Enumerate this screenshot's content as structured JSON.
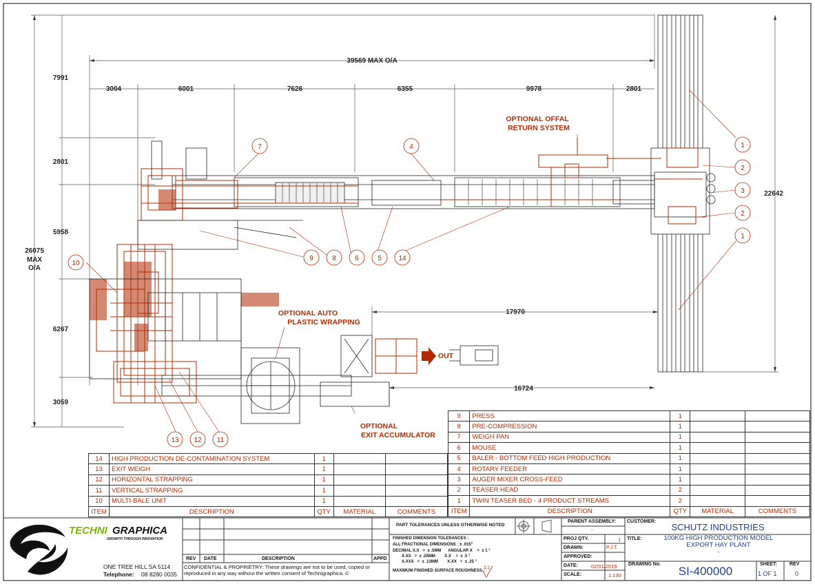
{
  "dimensions": {
    "overall_width": "39569 MAX O/A",
    "top_segments": [
      "3004",
      "6001",
      "7626",
      "6355",
      "9978",
      "2801"
    ],
    "left_segments": [
      "7991",
      "2801",
      "5958",
      "6267",
      "3059"
    ],
    "overall_height_lines": [
      "26075",
      "MAX",
      "O/A"
    ],
    "right_height": "22642",
    "mid_horizontal_1": "17970",
    "mid_horizontal_2": "16724"
  },
  "notes": {
    "offal_line1": "OPTIONAL OFFAL",
    "offal_line2": "RETURN SYSTEM",
    "wrap_line1": "OPTIONAL AUTO",
    "wrap_line2": "PLASTIC WRAPPING",
    "exit_line1": "OPTIONAL",
    "exit_line2": "EXIT ACCUMULATOR",
    "out": "OUT"
  },
  "balloons": {
    "b7": "7",
    "b4": "4",
    "b1a": "1",
    "b2a": "2",
    "b3": "3",
    "b2b": "2",
    "b1b": "1",
    "b9": "9",
    "b8": "8",
    "b6": "6",
    "b5": "5",
    "b14": "14",
    "b10": "10",
    "b13": "13",
    "b12": "12",
    "b11": "11"
  },
  "bom_right": {
    "rows": [
      {
        "item": "9",
        "desc": "PRESS",
        "qty": "1"
      },
      {
        "item": "8",
        "desc": "PRE-COMPRESSION",
        "qty": "1"
      },
      {
        "item": "7",
        "desc": "WEIGH PAN",
        "qty": "1"
      },
      {
        "item": "6",
        "desc": "MOUSE",
        "qty": "1"
      },
      {
        "item": "5",
        "desc": "BALER - BOTTOM FEED HIGH PRODUCTION",
        "qty": "1"
      },
      {
        "item": "4",
        "desc": "ROTARY FEEDER",
        "qty": "1"
      },
      {
        "item": "3",
        "desc": "AUGER MIXER CROSS-FEED",
        "qty": "1"
      },
      {
        "item": "2",
        "desc": "TEASER HEAD",
        "qty": "2"
      },
      {
        "item": "1",
        "desc": "TWIN TEASER BED - 4 PRODUCT STREAMS",
        "qty": "2"
      }
    ],
    "header": {
      "item": "ITEM",
      "desc": "DESCRIPTION",
      "qty": "QTY",
      "material": "MATERIAL",
      "comments": "COMMENTS"
    }
  },
  "bom_left": {
    "rows": [
      {
        "item": "14",
        "desc": "HIGH PRODUCTION DE-CONTAMINATION SYSTEM",
        "qty": "1"
      },
      {
        "item": "13",
        "desc": "EXIT WEIGH",
        "qty": "1"
      },
      {
        "item": "12",
        "desc": "HORIZONTAL STRAPPING",
        "qty": "1"
      },
      {
        "item": "11",
        "desc": "VERTICAL STRAPPING",
        "qty": "1"
      },
      {
        "item": "10",
        "desc": "MULTI-BALE UNIT",
        "qty": "1"
      }
    ],
    "header": {
      "item": "ITEM",
      "desc": "DESCRIPTION",
      "qty": "QTY",
      "material": "MATERIAL",
      "comments": "COMMENTS"
    }
  },
  "title_block": {
    "logo_text_a": "TECHNI",
    "logo_text_b": "GRAPHICA",
    "logo_tagline": "GROWTH THROUGH INNOVATION",
    "address": "ONE TREE HILL   SA  5114",
    "telephone_label": "Telephone:",
    "telephone": "08 8280 0035",
    "rev_header": {
      "rev": "REV",
      "date": "DATE",
      "desc": "DESCRIPTION",
      "appd": "APPD"
    },
    "confidential": "CONFIDENTIAL & PROPRIETRY:  These drawings are not to be used, copied or reproduced in any way without the written consent of Technigraphica. ©",
    "tolerance_title": "PART TOLERANCES UNLESS OTHERWISE NOTED",
    "tol_finished": "FINISHED DIMENSION TOLERANCES :",
    "tol_fraction": "ALL FRACTIONAL DIMENSIONS :   ± .015\"",
    "tol_decimal": "DECIMAL X.X   =  ± .5MM      ANGULAR X    =  ± 1 °",
    "tol_xxx": "X.XX   =  ± .25MM        X.X    =  ± .5 °",
    "tol_xxxx": "X.XXX   =  ± .13MM        X.XX   =  ± .25 °",
    "tol_rough": "MAXIMUM FINISHED SURFACE ROUGHNESS :",
    "tol_rough_val": "3.2",
    "parent_label": "PARENT ASSEMBLY:",
    "parent_val": "-",
    "customer_label": "CUSTOMER:",
    "customer": "SCHUTZ INDUSTRIES",
    "proj_qty_label": "PROJ QTY.",
    "proj_qty": "1",
    "title_label": "TITLE:",
    "title_line1": "100KG HIGH PRODUCTION MODEL",
    "title_line2": "EXPORT HAY PLANT",
    "title_line3": "-",
    "drawn_label": "DRAWN:",
    "drawn": "P.J.T.",
    "approved_label": "APPROVED:",
    "date_label": "DATE:",
    "date": "02/01/2019",
    "drawing_no_label": "DRAWING No.",
    "drawing_no": "SI-400000",
    "scale_label": "SCALE:",
    "scale": "1:130",
    "sheet_label": "SHEET:",
    "sheet": "1 OF 1",
    "rev_label": "REV",
    "rev": "0"
  },
  "colors": {
    "drawing_red": "#b22a00",
    "line": "#222222"
  }
}
